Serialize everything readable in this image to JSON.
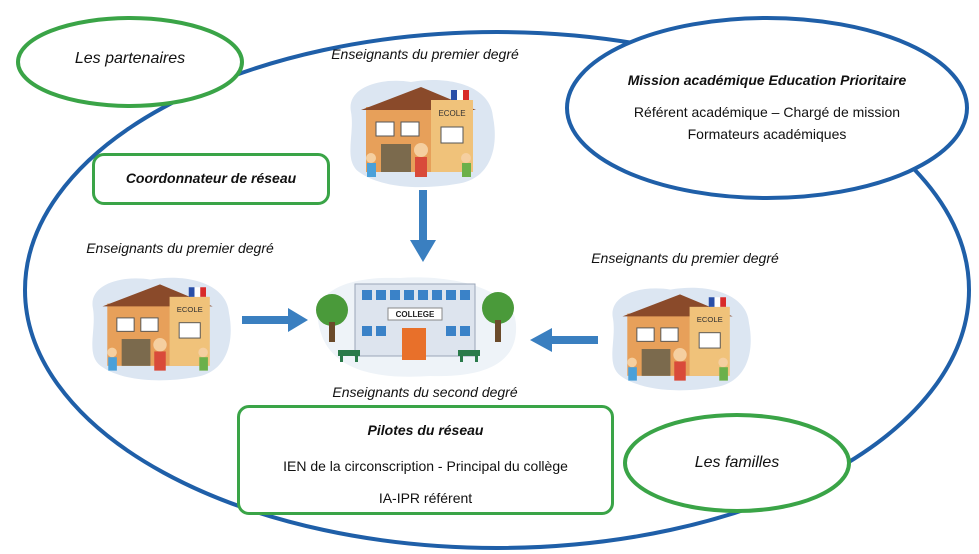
{
  "partners": {
    "label": "Les partenaires"
  },
  "families": {
    "label": "Les familles"
  },
  "mission": {
    "title": "Mission académique Education Prioritaire",
    "line1": "Référent académique – Chargé de mission",
    "line2": "Formateurs académiques"
  },
  "coordinator": {
    "label": "Coordonnateur de réseau"
  },
  "teachers": {
    "top": "Enseignants du premier degré",
    "left": "Enseignants du premier degré",
    "right": "Enseignants du premier degré",
    "secondary": "Enseignants du second degré"
  },
  "college": {
    "sign": "COLLEGE"
  },
  "school": {
    "sign": "ECOLE"
  },
  "pilots": {
    "title": "Pilotes du réseau",
    "line1": "IEN de la circonscription - Principal du collège",
    "line2": "IA-IPR référent"
  },
  "colors": {
    "blue": "#1f5fa8",
    "green": "#3aa447",
    "arrow": "#3a7fc0"
  }
}
